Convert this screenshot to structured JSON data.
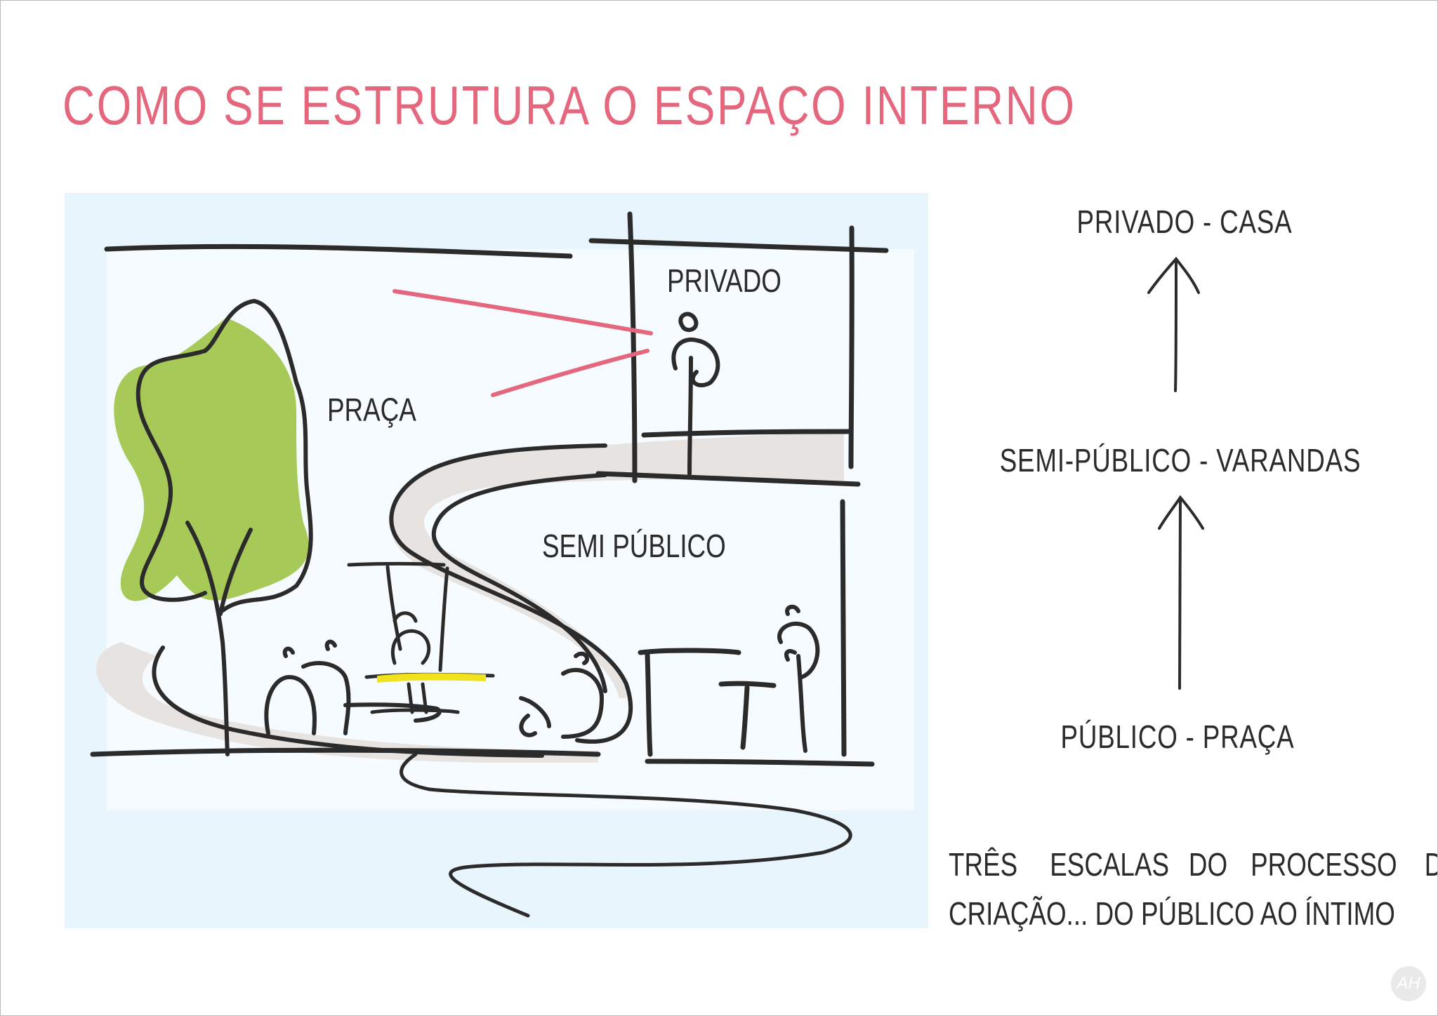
{
  "title": "COMO SE ESTRUTURA O ESPAÇO INTERNO",
  "colors": {
    "title": "#e5677e",
    "panel_bg": "#e8f5fd",
    "tree": "#a7c957",
    "path": "#e6e3e1",
    "accent_yellow": "#f2e21b",
    "sight_lines": "#e5677e",
    "ink": "#2b2b2b"
  },
  "sketch": {
    "labels": {
      "praca": "PRAÇA",
      "privado": "PRIVADO",
      "semi_publico": "SEMI PÚBLICO"
    }
  },
  "hierarchy": {
    "levels": [
      "PRIVADO  -  CASA",
      "SEMI-PÚBLICO  -  VARANDAS",
      "PÚBLICO  -  PRAÇA"
    ]
  },
  "caption": {
    "line1_words": [
      "TRÊS",
      "ESCALAS",
      "DO",
      "PROCESSO",
      "DE"
    ],
    "line2": "CRIAÇÃO... DO PÚBLICO AO ÍNTIMO"
  },
  "logo": {
    "mark": "AH"
  }
}
